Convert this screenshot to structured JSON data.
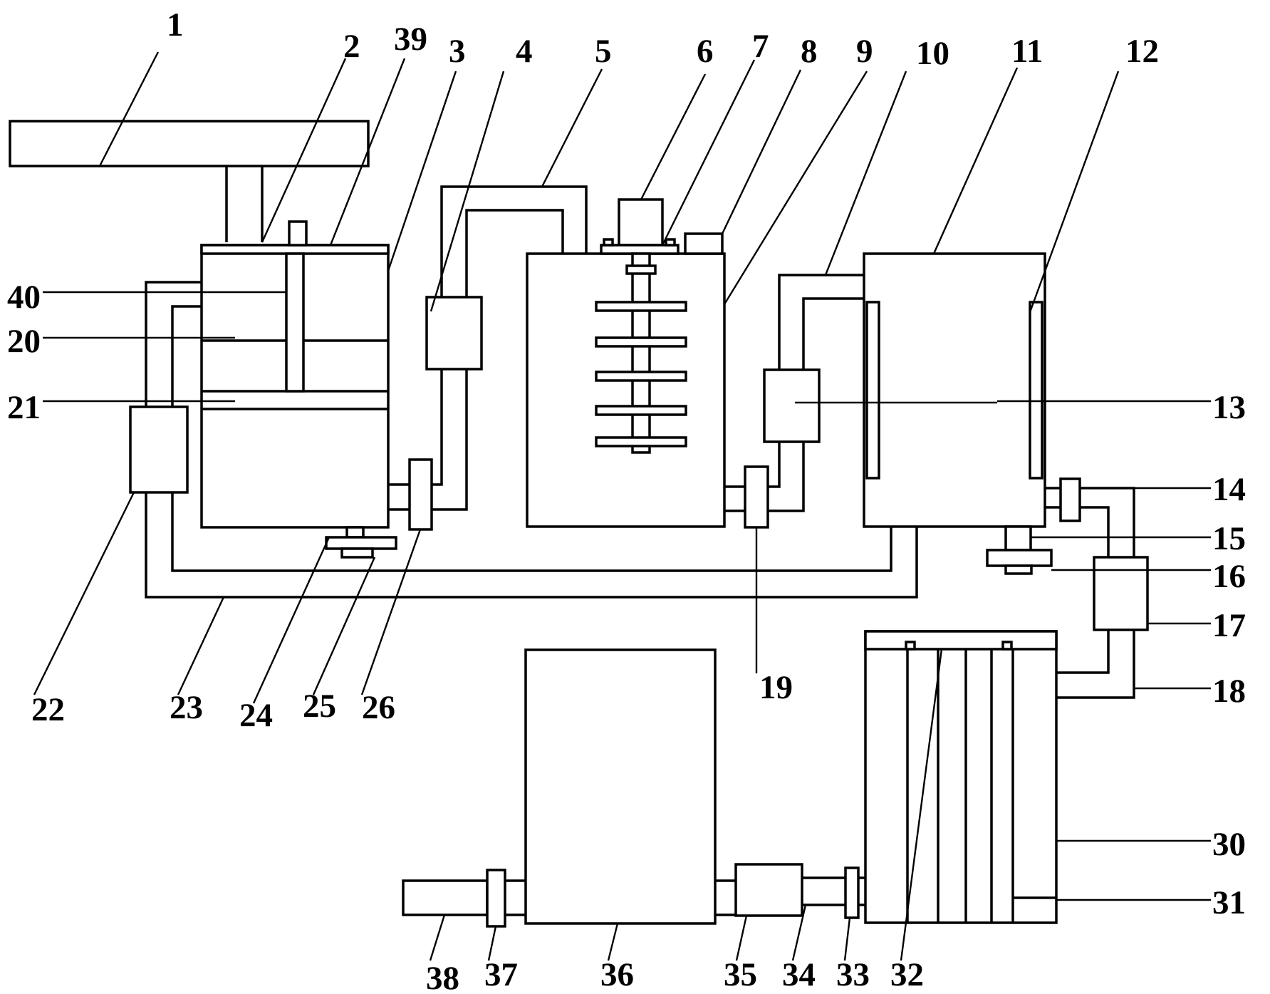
{
  "labels": {
    "n1": "1",
    "n2": "2",
    "n3": "3",
    "n4": "4",
    "n5": "5",
    "n6": "6",
    "n7": "7",
    "n8": "8",
    "n9": "9",
    "n10": "10",
    "n11": "11",
    "n12": "12",
    "n13": "13",
    "n14": "14",
    "n15": "15",
    "n16": "16",
    "n17": "17",
    "n18": "18",
    "n19": "19",
    "n20": "20",
    "n21": "21",
    "n22": "22",
    "n23": "23",
    "n24": "24",
    "n25": "25",
    "n26": "26",
    "n30": "30",
    "n31": "31",
    "n32": "32",
    "n33": "33",
    "n34": "34",
    "n35": "35",
    "n36": "36",
    "n37": "37",
    "n38": "38",
    "n39": "39",
    "n40": "40"
  }
}
